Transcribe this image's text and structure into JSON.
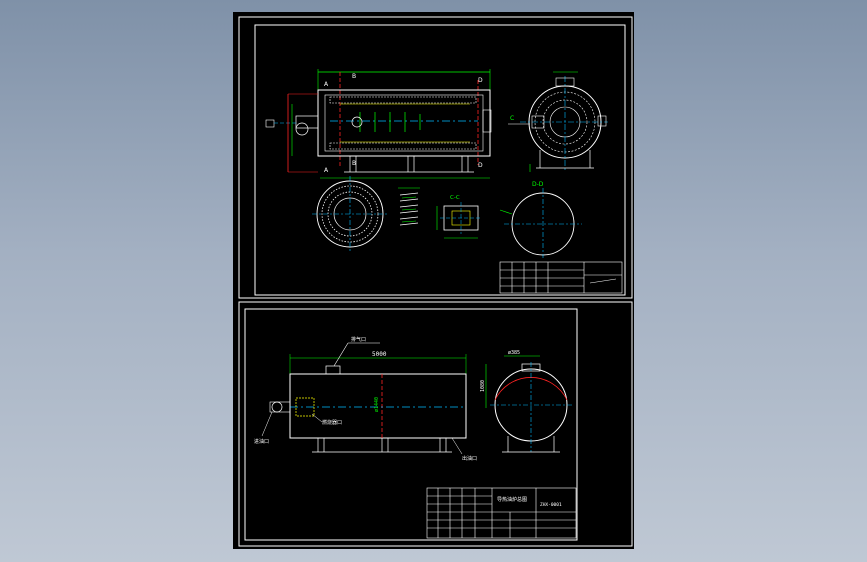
{
  "colors": {
    "viewport_bg": "#000000",
    "frame": "#ffffff",
    "outline": "#ffffff",
    "dimension": "#00ff00",
    "centerline": "#00bfff",
    "section_line": "#ff2020",
    "brick": "#ffffff",
    "tube": "#ffff00"
  },
  "sheet1": {
    "section_labels": {
      "a_top": "A",
      "a_bottom": "A",
      "b_top": "B",
      "b_bottom": "B",
      "d_top": "D",
      "d_bottom": "D",
      "c_left": "C",
      "c_section": "C-C",
      "d_section": "D-D"
    }
  },
  "sheet2": {
    "dim_length": "5000",
    "dim_diameter": "ø1440",
    "dim_nozzle_w": "ø385",
    "dim_nozzle_h": "1080",
    "label_top_nozzle": "排气口",
    "label_side_nozzle": "燃烧器口",
    "label_left": "进油口",
    "label_bottom_right": "出油口"
  },
  "title_block": {
    "drawing_name": "导热油炉总图",
    "spec": "ZHX-0001"
  }
}
